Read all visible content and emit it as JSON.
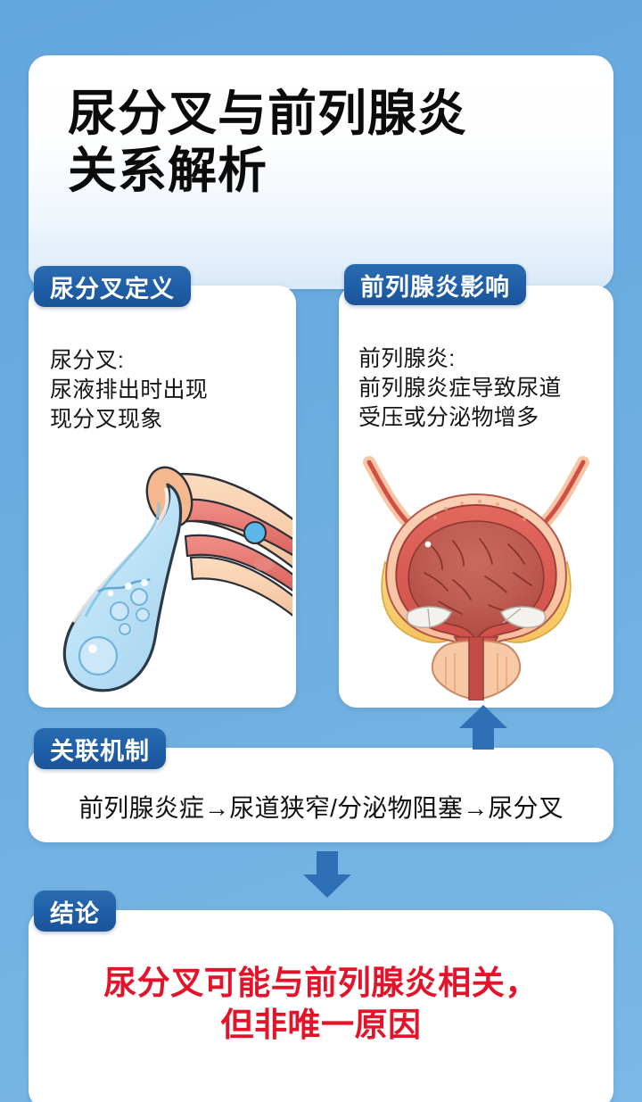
{
  "page": {
    "background_color": "#6aacdf",
    "badge_color": "#1f5ea8",
    "accent_red": "#e3132a",
    "arrow_color": "#2f6fb5"
  },
  "hero": {
    "title": "尿分叉与前列腺炎\n关系解析"
  },
  "sections": [
    {
      "id": "definition",
      "badge": "尿分叉定义",
      "body": "尿分叉:\n尿液排出时出现\n现分叉现象",
      "illustration": "urine-stream-urethra-diagram"
    },
    {
      "id": "prostatitis_effect",
      "badge": "前列腺炎影响",
      "body": "前列腺炎:\n前列腺炎症导致尿道\n受压或分泌物增多",
      "illustration": "bladder-prostate-cross-section-diagram"
    }
  ],
  "mechanism": {
    "badge": "关联机制",
    "text": "前列腺炎症→尿道狭窄/分泌物阻塞→尿分叉"
  },
  "conclusion": {
    "badge": "结论",
    "text": "尿分叉可能与前列腺炎相关，\n但非唯一原因"
  },
  "arrows": [
    {
      "name": "arrow-up-icon",
      "direction": "up"
    },
    {
      "name": "arrow-down-icon",
      "direction": "down"
    }
  ]
}
